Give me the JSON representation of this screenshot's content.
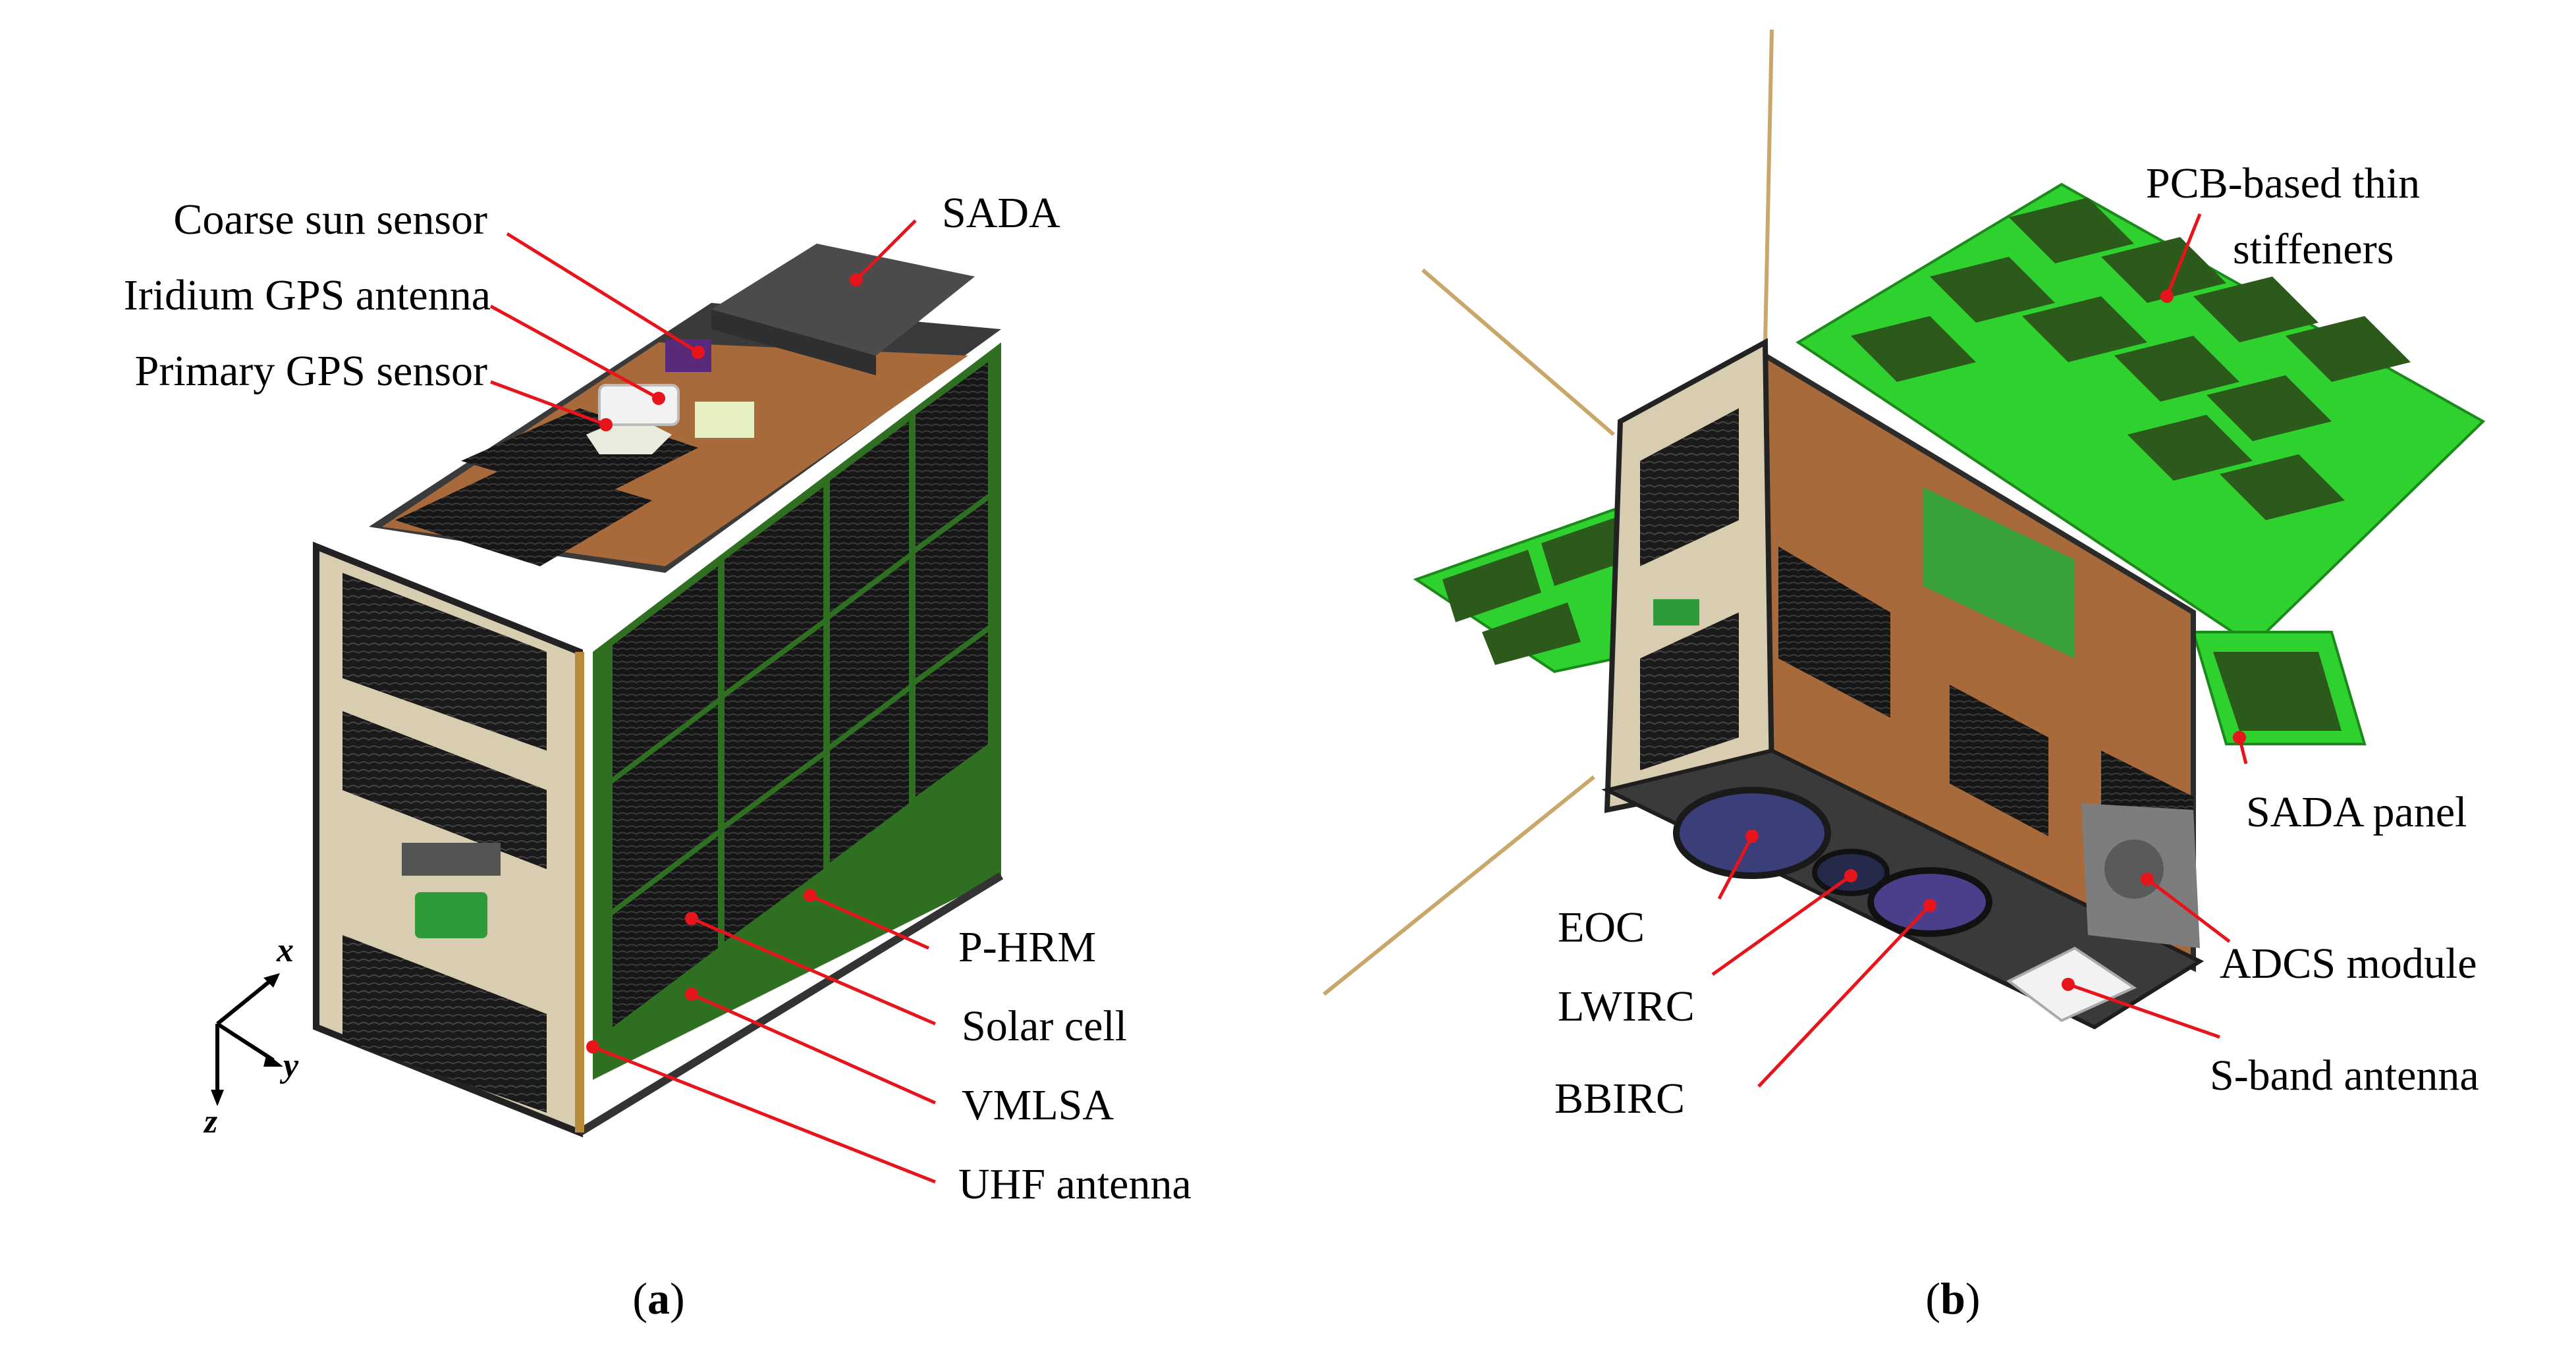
{
  "panel_a": {
    "labels": {
      "coarse_sun_sensor": "Coarse sun sensor",
      "iridium_gps_antenna": "Iridium GPS antenna",
      "primary_gps_sensor": "Primary GPS sensor",
      "sada": "SADA",
      "p_hrm": "P-HRM",
      "solar_cell": "Solar cell",
      "vmlsa": "VMLSA",
      "uhf_antenna": "UHF antenna"
    },
    "axes": {
      "x": "x",
      "y": "y",
      "z": "z"
    },
    "caption_open": "(",
    "caption_letter": "a",
    "caption_close": ")"
  },
  "panel_b": {
    "labels": {
      "pcb_stiffeners_line1": "PCB-based thin",
      "pcb_stiffeners_line2": "stiffeners",
      "sada_panel": "SADA panel",
      "adcs_module": "ADCS module",
      "s_band_antenna": "S-band antenna",
      "eoc": "EOC",
      "lwirc": "LWIRC",
      "bbirc": "BBIRC"
    },
    "caption_open": "(",
    "caption_letter": "b",
    "caption_close": ")"
  },
  "colors": {
    "leader_line": "#e8141c",
    "leader_dot": "#e8141c",
    "frame_tan": "#d8cdb0",
    "frame_dark": "#2b2b2b",
    "copper_panel": "#a86a3a",
    "solar_green": "#3c8a2e",
    "cell_dark": "#1c1c1c",
    "pcb_green": "#2fd12f",
    "pcb_cell": "#2b5a1a"
  }
}
